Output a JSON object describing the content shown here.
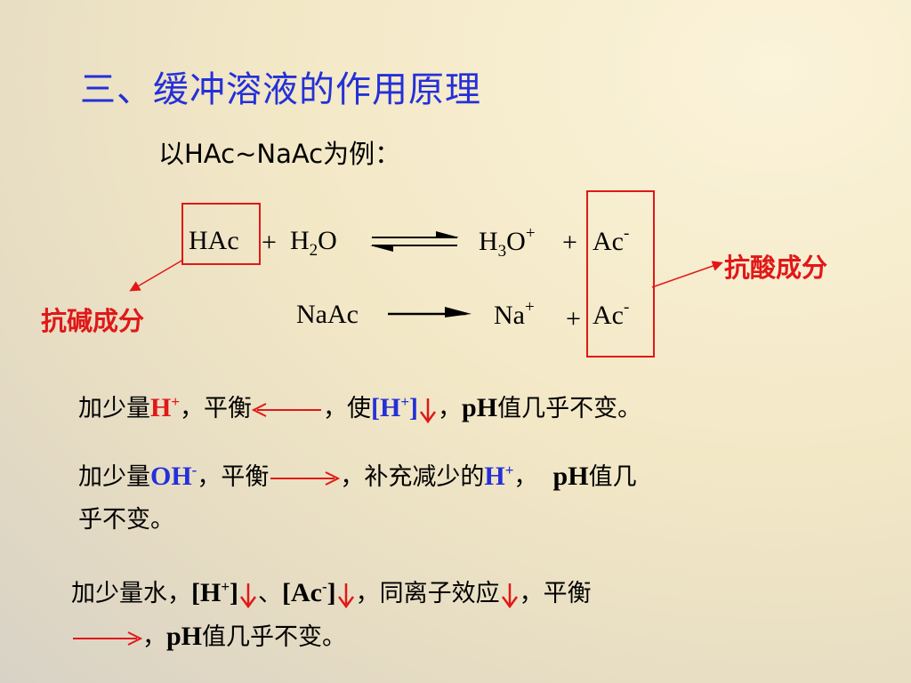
{
  "title": "三、缓冲溶液的作用原理",
  "subtitle": "以HAc~NaAc为例：",
  "eq1": {
    "left1": "HAc",
    "plus1": "+",
    "left2_main": "H",
    "left2_sub": "2",
    "left2_end": "O",
    "right1_main": "H",
    "right1_sub": "3",
    "right1_end": "O",
    "right1_sup": "+",
    "plus2": "+",
    "right2": "Ac",
    "right2_sup": "-"
  },
  "eq2": {
    "left": "NaAc",
    "right1": "Na",
    "right1_sup": "+",
    "plus": "+",
    "right2": "Ac",
    "right2_sup": "-"
  },
  "labels": {
    "anti_acid": "抗酸成分",
    "anti_base": "抗碱成分"
  },
  "lines": {
    "l1_a": "加少量",
    "l1_h": "H",
    "l1_hsup": "+",
    "l1_b": "，平衡",
    "l1_c": "，使",
    "l1_br": "[H",
    "l1_brsup": "+",
    "l1_brend": "]",
    "l1_d": "，",
    "l1_ph": "pH",
    "l1_e": "值几乎不变。",
    "l2_a": "加少量",
    "l2_oh": "OH",
    "l2_ohsup": "-",
    "l2_b": "，平衡",
    "l2_c": "，补充减少的",
    "l2_h": "H",
    "l2_hsup": "+",
    "l2_d": "，",
    "l2_ph": "pH",
    "l2_e": "值几",
    "l2_f": "乎不变。",
    "l3_a": "加少量水，",
    "l3_h": "[H",
    "l3_hsup": "+",
    "l3_hend": "]",
    "l3_sep": "、",
    "l3_ac": "[Ac",
    "l3_acsup": "-",
    "l3_acend": "]",
    "l3_b": "，同离子效应",
    "l3_c": "，平衡",
    "l3_d": "，",
    "l3_ph": "pH",
    "l3_e": "值几乎不变。"
  },
  "colors": {
    "title": "#2430d8",
    "highlight": "#e01818"
  }
}
